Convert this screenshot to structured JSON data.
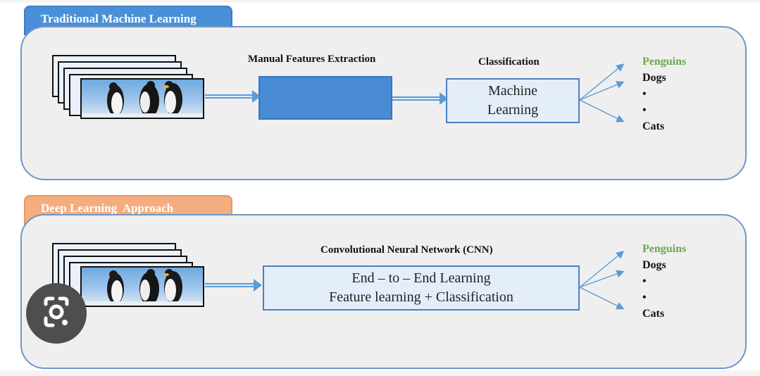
{
  "traditional": {
    "tab_label": "Traditional Machine Learning",
    "feature_label": "Manual Features Extraction",
    "classification_label": "Classification",
    "classifier_line1": "Machine",
    "classifier_line2": "Learning",
    "outputs": [
      "Penguins",
      "Dogs",
      "•",
      "•",
      "Cats"
    ]
  },
  "deep": {
    "tab_label": "Deep Learning  Approach",
    "cnn_label": "Convolutional Neural Network (CNN)",
    "cnn_line1": "End – to – End Learning",
    "cnn_line2": "Feature learning + Classification",
    "outputs": [
      "Penguins",
      "Dogs",
      "•",
      "•",
      "Cats"
    ]
  },
  "colors": {
    "tab_blue": "#4a90d9",
    "tab_orange": "#f4ad7e",
    "panel_border": "#6f97c6",
    "feature_box": "#4a8bd6",
    "light_box": "#e4eefa",
    "arrow": "#5b9bd5",
    "penguins_text": "#6aa84f"
  },
  "icons": {
    "lens": "google-lens-icon"
  }
}
